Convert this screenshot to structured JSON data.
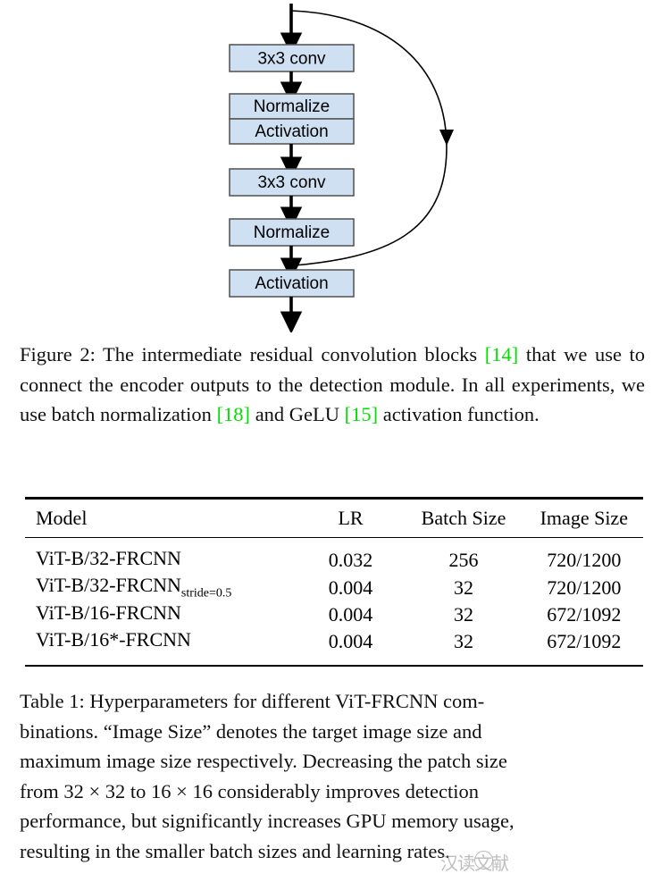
{
  "figure": {
    "name": "Figure 2 residual convolution block diagram",
    "blocks": [
      {
        "id": "conv1",
        "label": "3x3 conv"
      },
      {
        "id": "normalize1",
        "label": "Normalize"
      },
      {
        "id": "activation1",
        "label": "Activation"
      },
      {
        "id": "conv2",
        "label": "3x3 conv"
      },
      {
        "id": "normalize2",
        "label": "Normalize"
      },
      {
        "id": "activation2",
        "label": "Activation"
      }
    ],
    "colors": {
      "box_fill": "#cfe0f2",
      "box_stroke": "#595959",
      "arrow": "#000000"
    }
  },
  "figure_caption": {
    "prefix": "Figure 2:",
    "seg1": " The intermediate residual convolution blocks ",
    "cite1": "[14]",
    "seg2": " that we use to connect the encoder outputs to the detection module. In all experiments, we use batch normalization ",
    "cite2": "[18]",
    "seg3": " and GeLU ",
    "cite3": "[15]",
    "seg4": " activation function.",
    "full_text": "Figure 2: The intermediate residual convolution blocks [14] that we use to connect the encoder outputs to the detection module. In all experiments, we use batch normalization [18] and GeLU [15] activation function."
  },
  "table": {
    "headers": [
      "Model",
      "LR",
      "Batch Size",
      "Image Size"
    ],
    "rows": [
      {
        "model": "ViT-B/32-FRCNN",
        "model_sub": "",
        "lr": "0.032",
        "batch": "256",
        "image": "720/1200"
      },
      {
        "model": "ViT-B/32-FRCNN",
        "model_sub": "stride=0.5",
        "lr": "0.004",
        "batch": "32",
        "image": "720/1200"
      },
      {
        "model": "ViT-B/16-FRCNN",
        "model_sub": "",
        "lr": "0.004",
        "batch": "32",
        "image": "672/1092"
      },
      {
        "model": "ViT-B/16*-FRCNN",
        "model_sub": "",
        "lr": "0.004",
        "batch": "32",
        "image": "672/1092"
      }
    ]
  },
  "table_caption": {
    "prefix": "Table 1:",
    "line1": "Table 1:  Hyperparameters for different ViT-FRCNN com-",
    "line2": "binations. “Image Size” denotes the target image size and",
    "line3": "maximum image size respectively. Decreasing the patch size",
    "line4": "from 32 × 32 to 16 × 16 considerably improves detection",
    "line5": "performance, but significantly increases GPU memory usage,",
    "line6": "resulting in the smaller batch sizes and learning rates.",
    "full_text": "Table 1: Hyperparameters for different ViT-FRCNN combinations. “Image Size” denotes the target image size and maximum image size respectively. Decreasing the patch size from 32 × 32 to 16 × 16 considerably improves detection performance, but significantly increases GPU memory usage, resulting in the smaller batch sizes and learning rates."
  },
  "watermark": {
    "text": "汉读文献"
  }
}
